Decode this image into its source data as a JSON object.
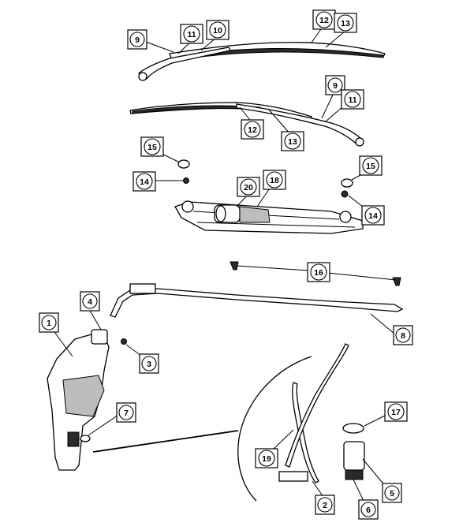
{
  "callouts": [
    {
      "id": "c1",
      "number": "1"
    },
    {
      "id": "c2",
      "number": "2"
    },
    {
      "id": "c3",
      "number": "3"
    },
    {
      "id": "c4",
      "number": "4"
    },
    {
      "id": "c5",
      "number": "5"
    },
    {
      "id": "c6",
      "number": "6"
    },
    {
      "id": "c7",
      "number": "7"
    },
    {
      "id": "c8",
      "number": "8"
    },
    {
      "id": "c9a",
      "number": "9"
    },
    {
      "id": "c9b",
      "number": "9"
    },
    {
      "id": "c10",
      "number": "10"
    },
    {
      "id": "c11a",
      "number": "11"
    },
    {
      "id": "c11b",
      "number": "11"
    },
    {
      "id": "c12a",
      "number": "12"
    },
    {
      "id": "c12b",
      "number": "12"
    },
    {
      "id": "c13a",
      "number": "13"
    },
    {
      "id": "c13b",
      "number": "13"
    },
    {
      "id": "c14a",
      "number": "14"
    },
    {
      "id": "c14b",
      "number": "14"
    },
    {
      "id": "c15a",
      "number": "15"
    },
    {
      "id": "c15b",
      "number": "15"
    },
    {
      "id": "c16",
      "number": "16"
    },
    {
      "id": "c17",
      "number": "17"
    },
    {
      "id": "c18",
      "number": "18"
    },
    {
      "id": "c19",
      "number": "19"
    },
    {
      "id": "c20",
      "number": "20"
    }
  ]
}
